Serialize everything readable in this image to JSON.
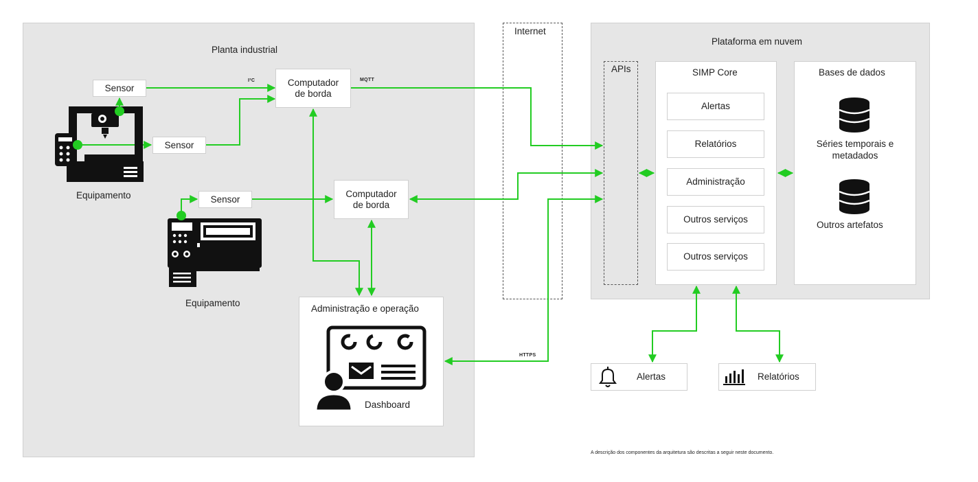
{
  "plant": {
    "title": "Planta industrial",
    "sensor_1": "Sensor",
    "sensor_2": "Sensor",
    "sensor_3": "Sensor",
    "edge_1": "Computador\nde borda",
    "edge_2": "Computador\nde borda",
    "equipment_1": "Equipamento",
    "equipment_2": "Equipamento",
    "admin_title": "Administração e operação",
    "dashboard": "Dashboard"
  },
  "protocols": {
    "i2c": "I²C",
    "mqtt": "MQTT",
    "https": "HTTPS"
  },
  "internet": {
    "title": "Internet"
  },
  "cloud": {
    "title": "Plataforma em nuvem",
    "apis": "APIs",
    "core_title": "SIMP Core",
    "core_items": [
      "Alertas",
      "Relatórios",
      "Administração",
      "Outros serviços",
      "Outros serviços"
    ],
    "db_title": "Bases de dados",
    "db_1": "Séries temporais  e\nmetadados",
    "db_2": "Outros artefatos"
  },
  "outputs": {
    "alerts": "Alertas",
    "reports": "Relatórios"
  },
  "footnote": "A descrição dos componentes da arquitetura são descritas a seguir neste documento.",
  "colors": {
    "accent": "#22cc22",
    "region": "#e6e6e6",
    "icon": "#111111"
  },
  "icons": [
    "database-icon",
    "bell-icon",
    "bar-chart-icon",
    "user-icon",
    "machine-icon",
    "cnc-machine-icon"
  ]
}
